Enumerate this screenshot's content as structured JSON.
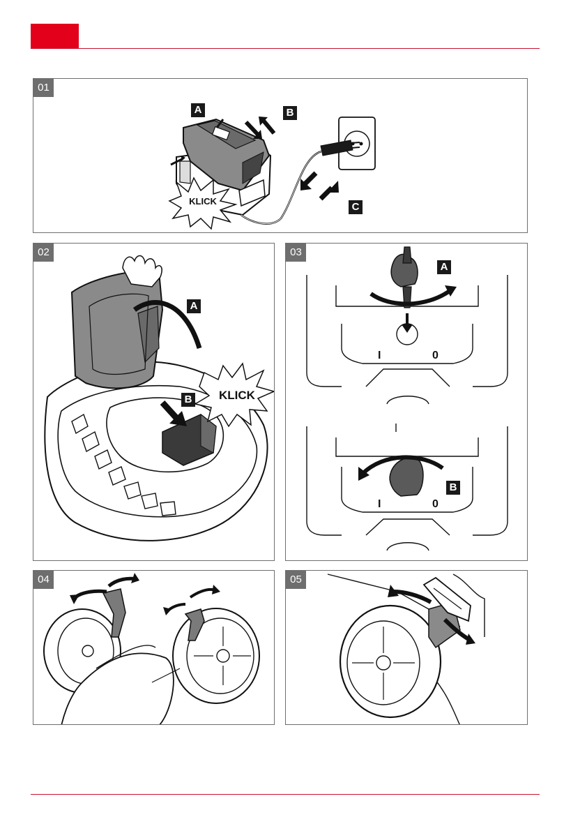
{
  "page": {
    "accent_color": "#e2001a",
    "rule_color": "#c8102e",
    "panel_border_color": "#6e6e6e"
  },
  "panels": [
    {
      "number": "01",
      "labels": [
        "A",
        "B",
        "C"
      ],
      "sound": "KLICK",
      "icon": "battery-charger-icon"
    },
    {
      "number": "02",
      "labels": [
        "A",
        "B"
      ],
      "sound": "KLICK",
      "icon": "battery-compartment-icon"
    },
    {
      "number": "03",
      "labels": [
        "A",
        "B"
      ],
      "switch_on": "I",
      "switch_off": "0",
      "icon": "safety-key-icon"
    },
    {
      "number": "04",
      "icon": "rear-wheel-height-lever-icon"
    },
    {
      "number": "05",
      "icon": "front-wheel-height-lever-icon"
    }
  ]
}
